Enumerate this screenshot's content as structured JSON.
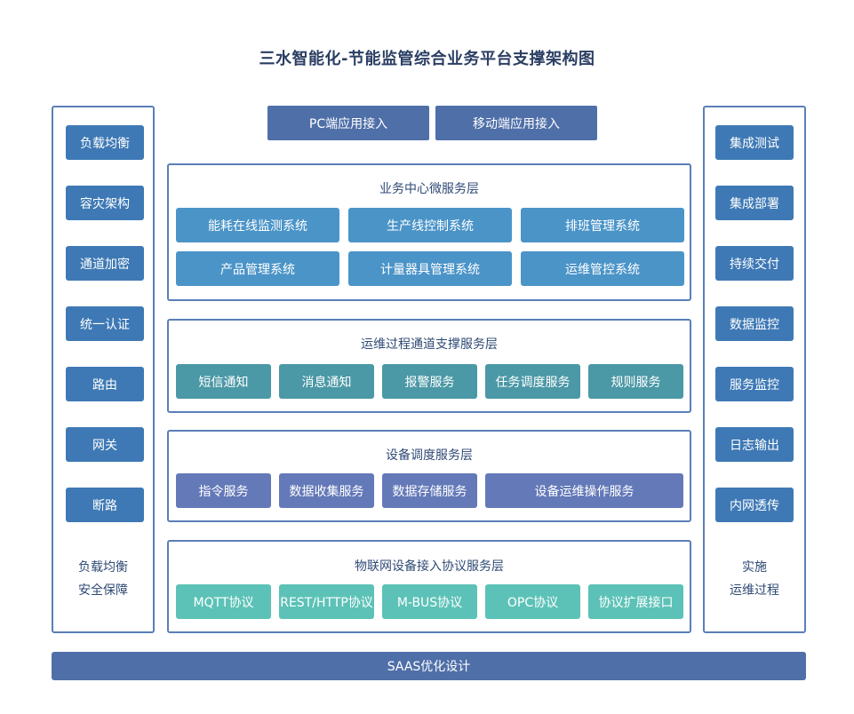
{
  "title": "三水智能化-节能监管综合业务平台支撑架构图",
  "left_panel": {
    "items": [
      "负载均衡",
      "容灾架构",
      "通道加密",
      "统一认证",
      "路由",
      "网关",
      "断路"
    ],
    "note_line1": "负载均衡",
    "note_line2": "安全保障"
  },
  "right_panel": {
    "items": [
      "集成测试",
      "集成部署",
      "持续交付",
      "数据监控",
      "服务监控",
      "日志输出",
      "内网透传"
    ],
    "note_line1": "实施",
    "note_line2": "运维过程"
  },
  "access": {
    "pc": "PC端应用接入",
    "mobile": "移动端应用接入"
  },
  "layers": {
    "business": {
      "title": "业务中心微服务层",
      "items": [
        "能耗在线监测系统",
        "生产线控制系统",
        "排班管理系统",
        "产品管理系统",
        "计量器具管理系统",
        "运维管控系统"
      ]
    },
    "ops_channel": {
      "title": "运维过程通道支撑服务层",
      "items": [
        "短信通知",
        "消息通知",
        "报警服务",
        "任务调度服务",
        "规则服务"
      ]
    },
    "device": {
      "title": "设备调度服务层",
      "items": [
        "指令服务",
        "数据收集服务",
        "数据存储服务",
        "设备运维操作服务"
      ]
    },
    "iot": {
      "title": "物联网设备接入协议服务层",
      "items": [
        "MQTT协议",
        "REST/HTTP协议",
        "M-BUS协议",
        "OPC协议",
        "协议扩展接口"
      ]
    }
  },
  "bottom_bar": "SAAS优化设计",
  "colors": {
    "frame_border": "#5a7fb8",
    "side_button": "#3e79b5",
    "top_button": "#4f6fa8",
    "business_chip": "#4b94c8",
    "ops_chip": "#4b98a6",
    "device_chip": "#6479b8",
    "iot_chip": "#5cc2b7",
    "title_text": "#2b3e63"
  }
}
